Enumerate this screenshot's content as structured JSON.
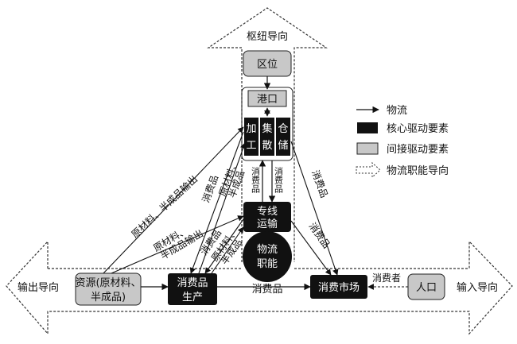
{
  "arrows": {
    "hub_orientation": "枢纽导向",
    "output_orientation": "输出导向",
    "input_orientation": "输入导向"
  },
  "nodes": {
    "location": "区位",
    "port": "港口",
    "processing": "加工",
    "distribution": "集散",
    "storage": "仓储",
    "dedicated_transport_line1": "专线",
    "dedicated_transport_line2": "运输",
    "logistics_function_line1": "物流",
    "logistics_function_line2": "职能",
    "resources_line1": "资源(原材料、",
    "resources_line2": "半成品)",
    "consumer_goods_production_line1": "消费品",
    "consumer_goods_production_line2": "生产",
    "consumer_market": "消费市场",
    "population": "人口"
  },
  "edge_labels": {
    "raw_semi_output_a": "原材料、半成品输出",
    "raw_semi_output_b1": "原材料、",
    "raw_semi_output_b2": "半成品输出",
    "consumer_goods": "消费品",
    "raw_semi_a1": "原材料、",
    "raw_semi_a2": "半成品",
    "raw_semi_b1": "原材料、",
    "raw_semi_b2": "半成品",
    "consumer_goods_down_left": "消费品",
    "consumer_goods_down_right": "消费品",
    "consumer_goods_right": "消费品",
    "consumer_goods_right2": "消费品",
    "consumer_goods_bottom": "消费品",
    "consumer_goods_diag": "消费品",
    "consumers": "消费者"
  },
  "legend": {
    "logistics_flow": "物流",
    "core_driver": "核心驱动要素",
    "indirect_driver": "间接驱动要素",
    "function_orientation": "物流职能导向"
  },
  "colors": {
    "core": "#111111",
    "indirect": "#c8c8c8",
    "line": "#222222"
  }
}
